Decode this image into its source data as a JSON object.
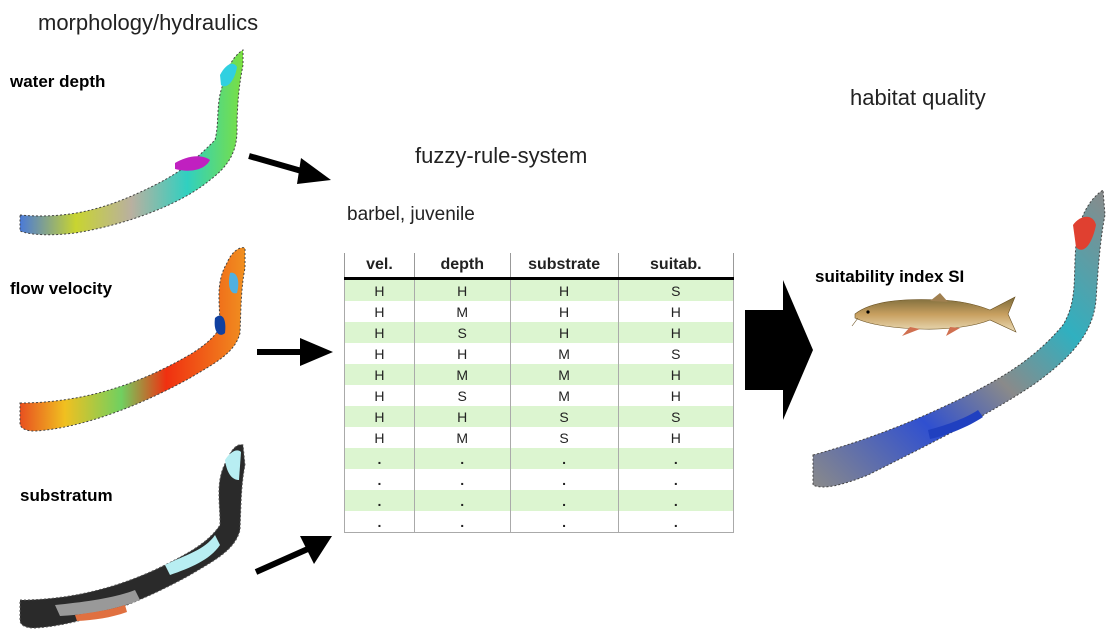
{
  "titles": {
    "morphology": "morphology/hydraulics",
    "fuzzy": "fuzzy-rule-system",
    "habitat": "habitat quality"
  },
  "maps": {
    "water_depth": "water depth",
    "flow_velocity": "flow velocity",
    "substratum": "substratum",
    "suitability": "suitability index SI"
  },
  "table": {
    "caption": "barbel, juvenile",
    "headers": [
      "vel.",
      "depth",
      "substrate",
      "suitab."
    ],
    "rows": [
      [
        "H",
        "H",
        "H",
        "S"
      ],
      [
        "H",
        "M",
        "H",
        "H"
      ],
      [
        "H",
        "S",
        "H",
        "H"
      ],
      [
        "H",
        "H",
        "M",
        "S"
      ],
      [
        "H",
        "M",
        "M",
        "H"
      ],
      [
        "H",
        "S",
        "M",
        "H"
      ],
      [
        "H",
        "H",
        "S",
        "S"
      ],
      [
        "H",
        "M",
        "S",
        "H"
      ],
      [
        ".",
        ".",
        ".",
        "."
      ],
      [
        ".",
        ".",
        ".",
        "."
      ],
      [
        ".",
        ".",
        ".",
        "."
      ],
      [
        ".",
        ".",
        ".",
        "."
      ]
    ]
  },
  "colors": {
    "row_highlight": "#dcf5d0",
    "arrow": "#000000"
  },
  "icons": {
    "fish": "barbel-fish-icon"
  }
}
